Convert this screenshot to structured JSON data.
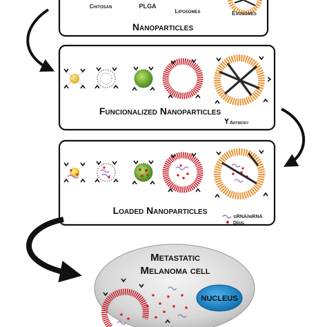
{
  "panel1": {
    "labels": [
      "Chitosan",
      "PLGA",
      "Liposomes",
      "Exosomes"
    ],
    "title": "Nanoparticles"
  },
  "panel2": {
    "title": "Funcionalized Nanoparticles",
    "legend_antibody": "Antibody"
  },
  "panel3": {
    "title": "Loaded Nanoparticles",
    "legend_sirna": "siRNA/miRNA",
    "legend_drug": "Drug"
  },
  "cell": {
    "title_line1": "Metastatic",
    "title_line2": "Melanoma cell",
    "nucleus": "NUCLEUS"
  },
  "colors": {
    "chitosan": "#f2c51b",
    "plga": "#6aa82e",
    "liposome": "#c62a33",
    "exosome": "#e8953a",
    "nucleus": "#1a8bd6",
    "drug": "#d8232a",
    "sirna": "#9b6fc0"
  }
}
